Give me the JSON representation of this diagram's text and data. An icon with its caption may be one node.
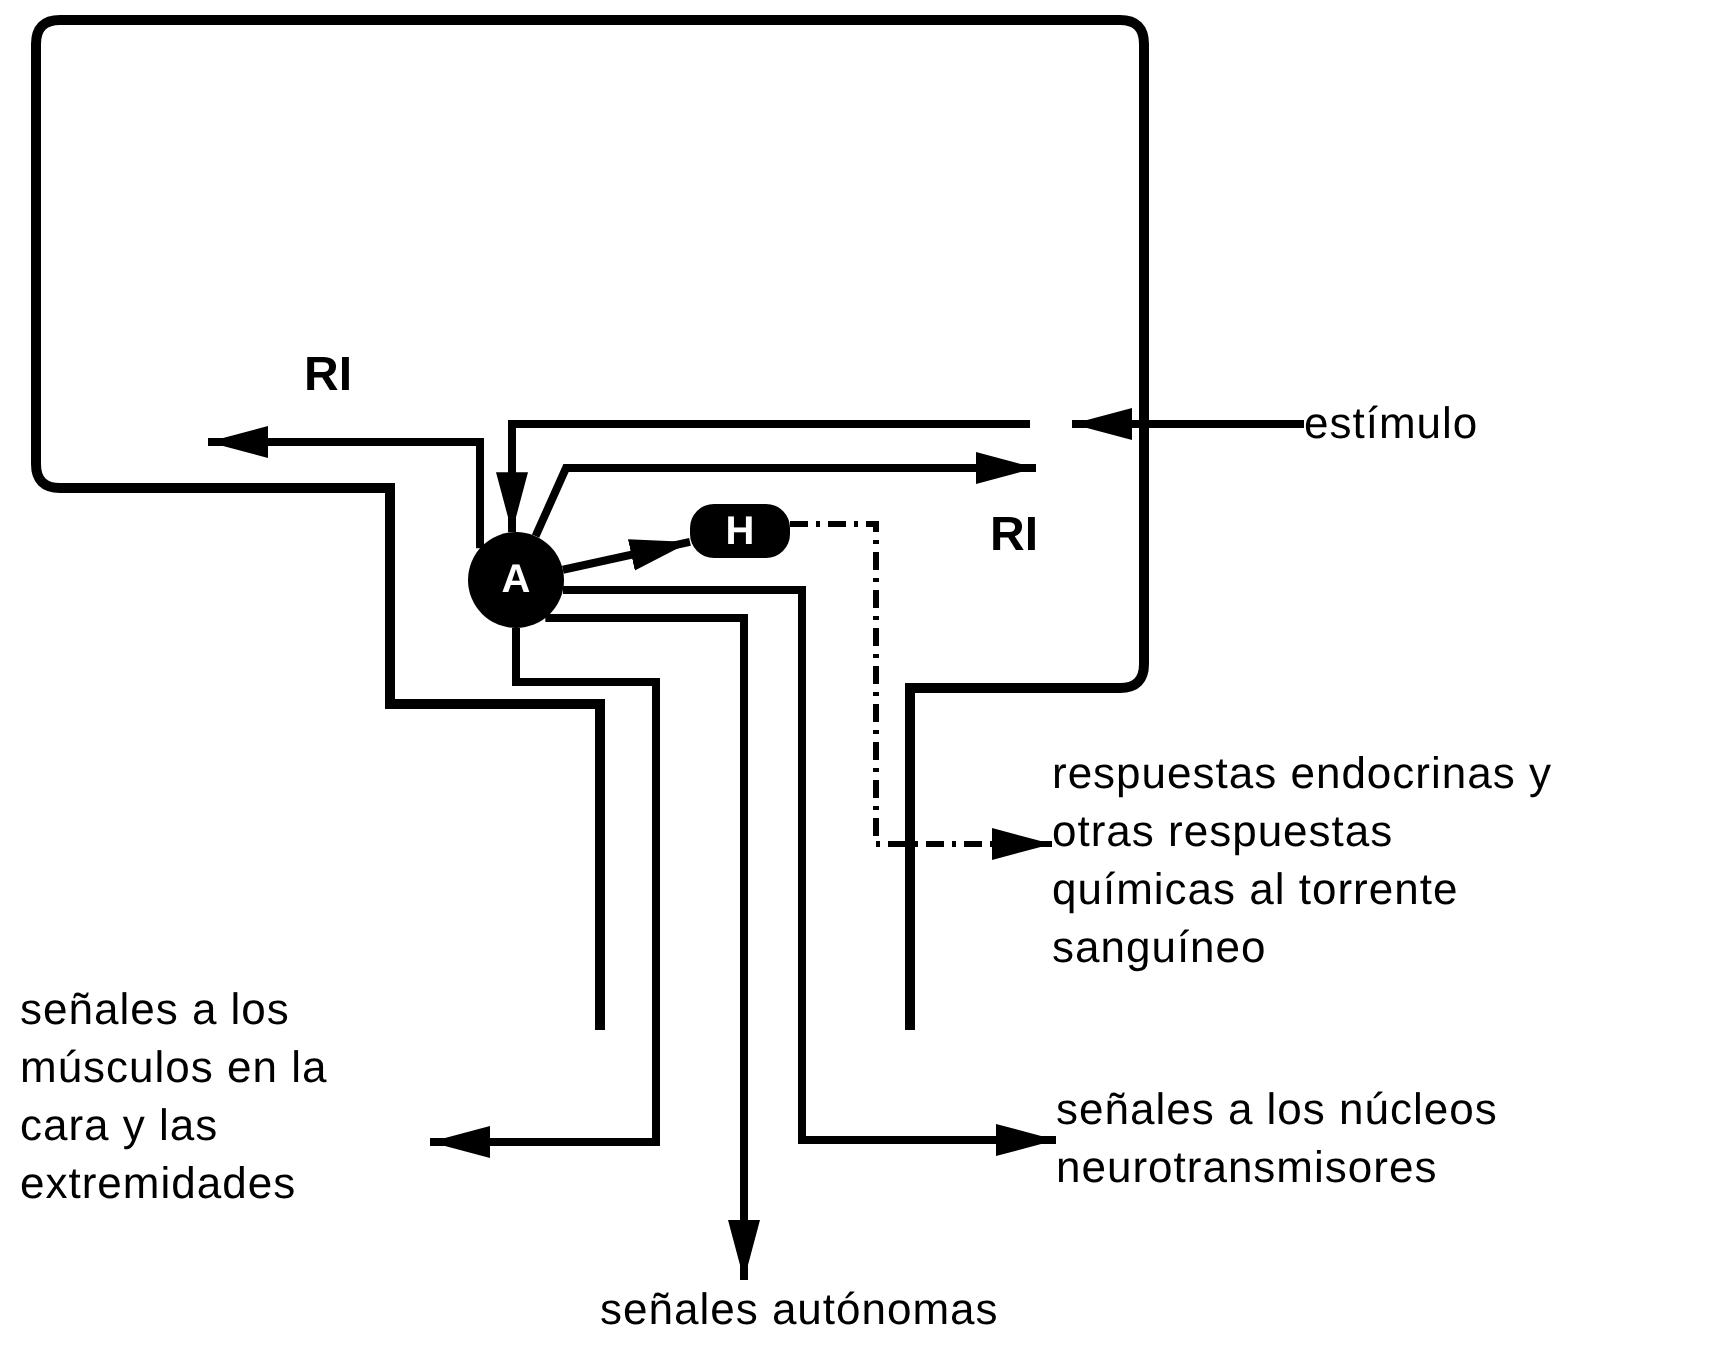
{
  "diagram": {
    "nodes": [
      {
        "text": [
          "A"
        ]
      },
      {
        "text": [
          "H"
        ]
      },
      {
        "text": [
          "estímulo"
        ]
      },
      {
        "text": [
          "respuestas endocrinas y otras respuestas químicas al torrente sanguíneo"
        ]
      },
      {
        "text": [
          "señales a los músculos en la cara y las extremidades"
        ]
      },
      {
        "text": [
          "señales autónomas"
        ]
      },
      {
        "text": [
          "señales a los núcleos neurotransmisores"
        ]
      }
    ],
    "edges": [
      {
        "from": 2,
        "to": null,
        "arrow": "to"
      },
      {
        "from": null,
        "to": 0,
        "arrow": "to"
      },
      {
        "from": 0,
        "to": null,
        "arrow": "to",
        "label": "RI"
      },
      {
        "from": 0,
        "to": null,
        "arrow": "to",
        "label": "RI"
      },
      {
        "from": 0,
        "to": 1,
        "arrow": "to"
      },
      {
        "from": 1,
        "to": 3,
        "arrow": "to",
        "style": "dashed"
      },
      {
        "from": 0,
        "to": 4,
        "arrow": "to"
      },
      {
        "from": 0,
        "to": 5,
        "arrow": "to"
      },
      {
        "from": 0,
        "to": 6,
        "arrow": "to"
      }
    ]
  }
}
